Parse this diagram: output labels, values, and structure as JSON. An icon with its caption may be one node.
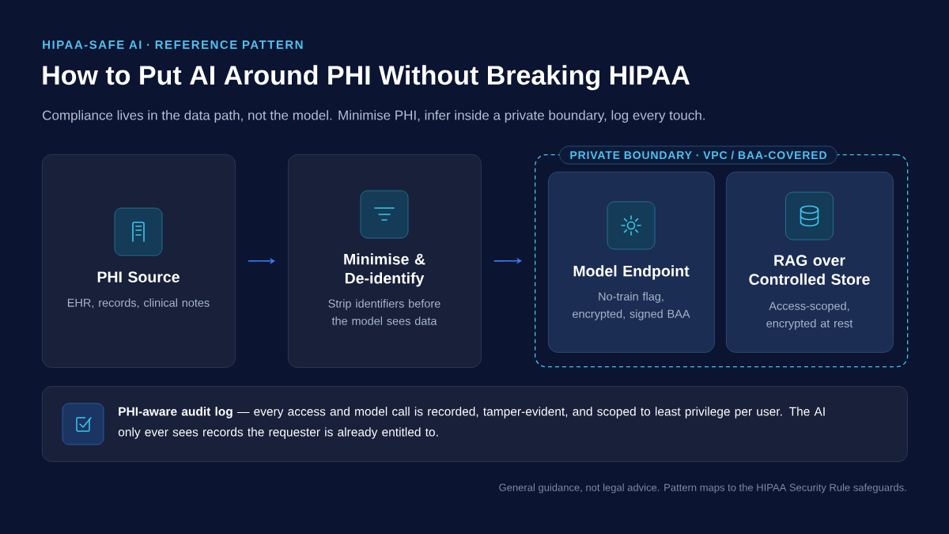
{
  "diagram": {
    "title": "How to Put AI Around PHI Without Breaking HIPAA",
    "nodes": [
      {
        "text": [
          "PHI Source",
          "EHR, records, clinical notes"
        ]
      },
      {
        "text": [
          "Minimise & De-identify",
          "Strip identifiers before the model sees data"
        ]
      },
      {
        "text": [
          "PRIVATE BOUNDARY · VPC / BAA-COVERED"
        ]
      },
      {
        "text": [
          "Model Endpoint",
          "No-train flag, encrypted, signed BAA"
        ],
        "in": 2
      },
      {
        "text": [
          "RAG over Controlled Store",
          "Access-scoped, encrypted at rest"
        ],
        "in": 2
      },
      {
        "text": [
          "**PHI-aware audit log** — every access and model call is recorded, tamper-evident, and scoped to least privilege per user. The AI only ever sees records the requester is already entitled to."
        ]
      }
    ],
    "edges": [
      {
        "from": 0,
        "to": 1,
        "arrow": "to"
      },
      {
        "from": 1,
        "to": 2,
        "arrow": "to"
      }
    ],
    "labels": [
      "HIPAA-SAFE AI · REFERENCE PATTERN",
      "Compliance lives in the data path, not the model. Minimise PHI, infer inside a private boundary, log every touch.",
      "General guidance, not legal advice. Pattern maps to the HIPAA Security Rule safeguards."
    ]
  }
}
